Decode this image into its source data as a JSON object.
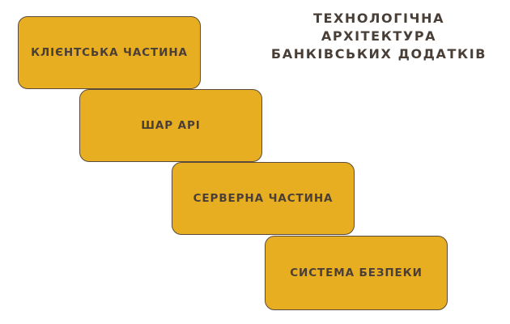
{
  "title": {
    "lines": [
      "ТЕХНОЛОГІЧНА",
      "АРХІТЕКТУРА",
      "БАНКІВСЬКИХ ДОДАТКІВ"
    ]
  },
  "boxes": [
    {
      "label": "КЛІЄНТСЬКА ЧАСТИНА"
    },
    {
      "label": "ШАР API"
    },
    {
      "label": "СЕРВЕРНА ЧАСТИНА"
    },
    {
      "label": "СИСТЕМА БЕЗПЕКИ"
    }
  ],
  "colors": {
    "box_fill": "#e8ae22",
    "box_border": "#5a4a3c",
    "text": "#4a3f37",
    "background": "#ffffff"
  }
}
